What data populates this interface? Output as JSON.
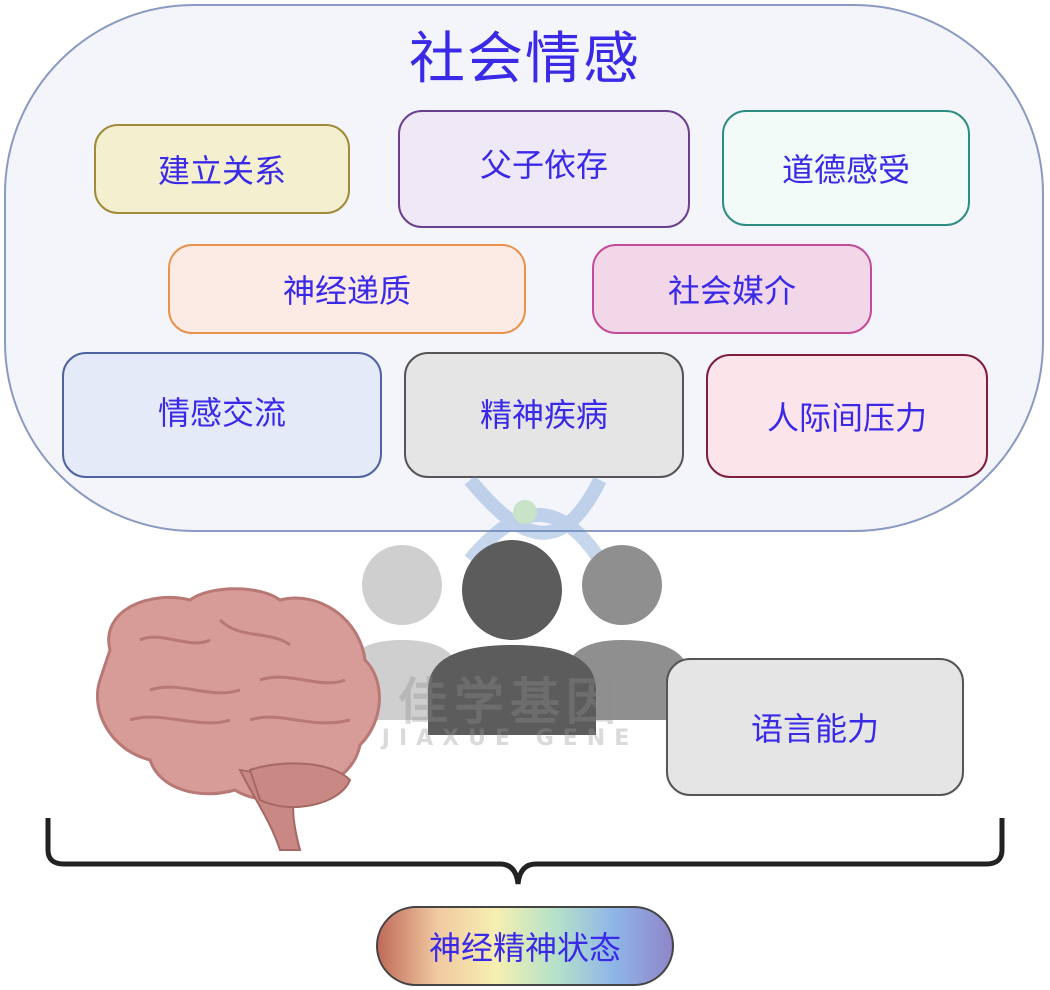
{
  "diagram": {
    "title": "社会情感",
    "items": [
      {
        "label": "建立关系"
      },
      {
        "label": "父子依存"
      },
      {
        "label": "道德感受"
      },
      {
        "label": "神经递质"
      },
      {
        "label": "社会媒介"
      },
      {
        "label": "情感交流"
      },
      {
        "label": "精神疾病"
      },
      {
        "label": "人际间压力"
      }
    ],
    "language_box": "语言能力",
    "bottom_label": "神经精神状态",
    "watermark": {
      "main": "佳学基因",
      "sub": "JIAXUE GENE"
    }
  },
  "colors": {
    "text": "#3a2ae8",
    "panel_border": "#8b9ac0",
    "brain": "#d79b98"
  }
}
